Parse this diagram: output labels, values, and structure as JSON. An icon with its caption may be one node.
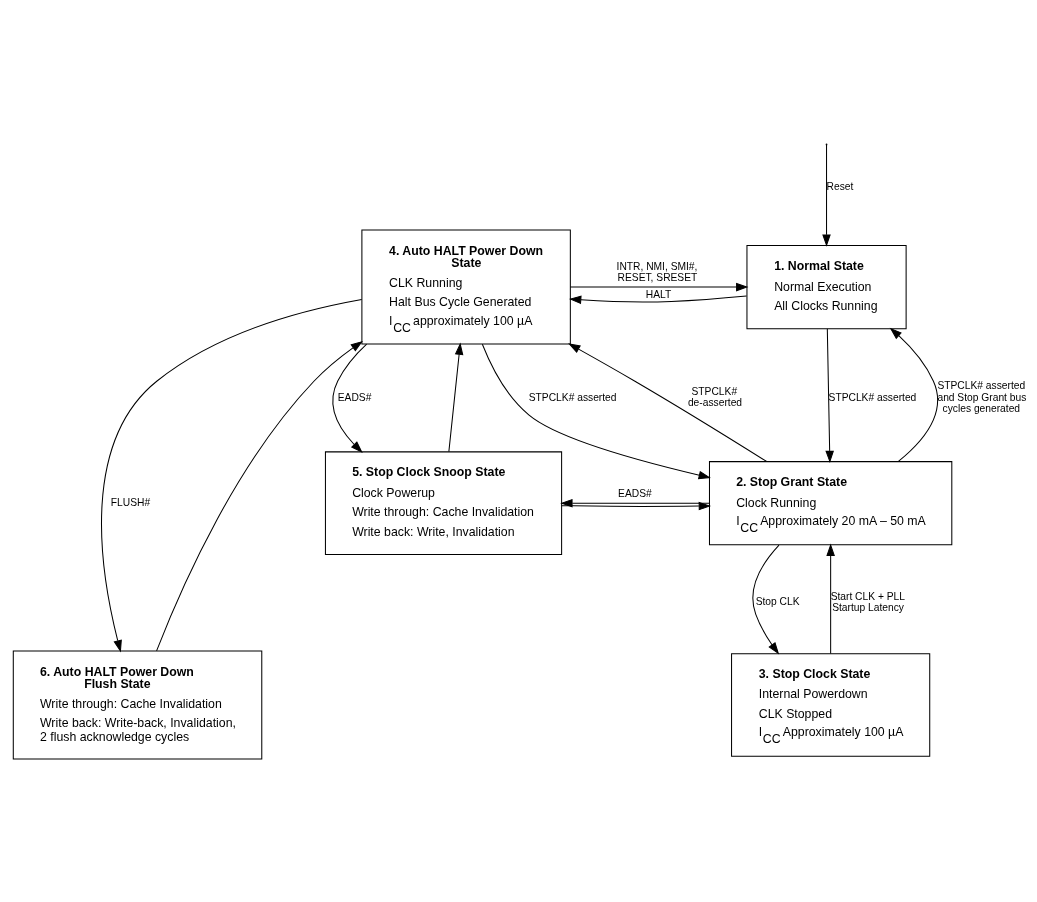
{
  "diagram": {
    "nodes": [
      {
        "text": [
          "4. Auto HALT Power Down State",
          "CLK Running",
          "Halt Bus Cycle Generated",
          "I$_{CC}$ approximately 100 µA"
        ]
      },
      {
        "text": [
          "1. Normal State",
          "Normal Execution",
          "All Clocks Running"
        ]
      },
      {
        "text": [
          "5. Stop Clock Snoop State",
          "Clock Powerup",
          "Write through: Cache Invalidation",
          "Write back: Write, Invalidation"
        ]
      },
      {
        "text": [
          "2. Stop Grant State",
          "Clock Running",
          "I$_{CC}$ Approximately 20 mA – 50 mA"
        ]
      },
      {
        "text": [
          "6. Auto HALT Power Down Flush State",
          "Write through: Cache Invalidation",
          "Write back: Write-back, Invalidation, 2 flush acknowledge cycles"
        ]
      },
      {
        "text": [
          "3. Stop Clock State",
          "Internal Powerdown",
          "CLK Stopped",
          "I$_{CC}$ Approximately 100 µA"
        ]
      }
    ],
    "edges": [
      {
        "from": 1,
        "to": 0,
        "arrow": "to",
        "label": "HALT"
      },
      {
        "from": 0,
        "to": 1,
        "arrow": "to",
        "label": "INTR, NMI, SMI#, RESET, SRESET"
      },
      {
        "from": null,
        "to": 1,
        "arrow": "to",
        "label": "Reset"
      },
      {
        "from": 1,
        "to": 3,
        "arrow": "to",
        "label": "STPCLK# asserted"
      },
      {
        "from": 3,
        "to": 1,
        "arrow": "to",
        "label": "STPCLK# asserted and Stop Grant bus cycles generated"
      },
      {
        "from": 3,
        "to": 0,
        "arrow": "to",
        "label": "STPCLK# de-asserted"
      },
      {
        "from": 0,
        "to": 3,
        "arrow": "to",
        "label": "STPCLK# asserted"
      },
      {
        "from": 0,
        "to": 2,
        "arrow": "to",
        "label": "EADS#"
      },
      {
        "from": 2,
        "to": 0,
        "arrow": "to"
      },
      {
        "from": 3,
        "to": 2,
        "arrow": "to",
        "label": "EADS#"
      },
      {
        "from": 2,
        "to": 3,
        "arrow": "to"
      },
      {
        "from": 3,
        "to": 5,
        "arrow": "to",
        "label": "Stop CLK"
      },
      {
        "from": 5,
        "to": 3,
        "arrow": "to",
        "label": "Start CLK + PLL Startup Latency"
      },
      {
        "from": 0,
        "to": 4,
        "arrow": "to",
        "label": "FLUSH#"
      },
      {
        "from": 4,
        "to": 0,
        "arrow": "to"
      }
    ]
  }
}
